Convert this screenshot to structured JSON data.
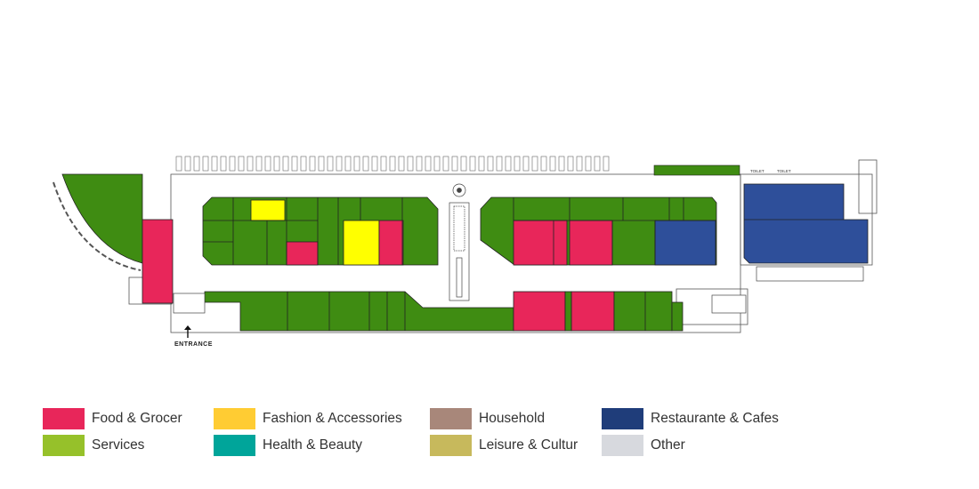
{
  "colors": {
    "food": "#e8265a",
    "fashion": "#ffcc33",
    "fashion_map": "#ffff00",
    "household": "#a8877a",
    "restaurant": "#1f3d7a",
    "restaurant_map": "#2e4f9a",
    "services": "#96c12a",
    "services_map": "#3f8c12",
    "health": "#00a59a",
    "leisure": "#c7b95c",
    "other": "#d7d9de"
  },
  "map": {
    "entrance_label": "ENTRANCE",
    "toilet_label_1": "TOILET",
    "toilet_label_2": "TOILET",
    "entrance_icon": "arrow-up-icon"
  },
  "legend": {
    "items": [
      {
        "label": "Food & Grocer",
        "color": "#e8265a"
      },
      {
        "label": "Fashion & Accessories",
        "color": "#ffcc33"
      },
      {
        "label": "Household",
        "color": "#a8877a"
      },
      {
        "label": "Restaurante & Cafes",
        "color": "#1f3d7a"
      },
      {
        "label": "Services",
        "color": "#96c12a"
      },
      {
        "label": "Health & Beauty",
        "color": "#00a59a"
      },
      {
        "label": "Leisure & Cultur",
        "color": "#c7b95c"
      },
      {
        "label": "Other",
        "color": "#d7d9de"
      }
    ]
  }
}
